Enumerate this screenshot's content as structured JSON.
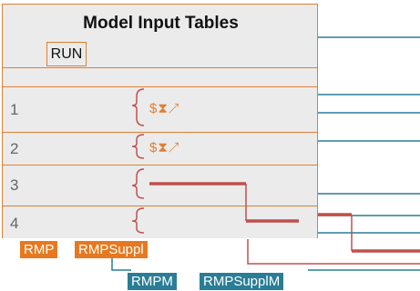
{
  "title": "Model Input Tables",
  "run_label": "RUN",
  "rows": [
    {
      "number": "1",
      "icons": "$⧗↗"
    },
    {
      "number": "2",
      "icons": "$⧗↗"
    },
    {
      "number": "3",
      "icons": ""
    },
    {
      "number": "4",
      "icons": ""
    }
  ],
  "tags_top": [
    "RMP",
    "RMPSuppl"
  ],
  "tags_bottom": [
    "RMPM",
    "RMPSupplM"
  ],
  "colors": {
    "orange": "#e07f34",
    "red": "#c0504d",
    "teal": "#2a7d96",
    "panel": "#ebebeb"
  }
}
